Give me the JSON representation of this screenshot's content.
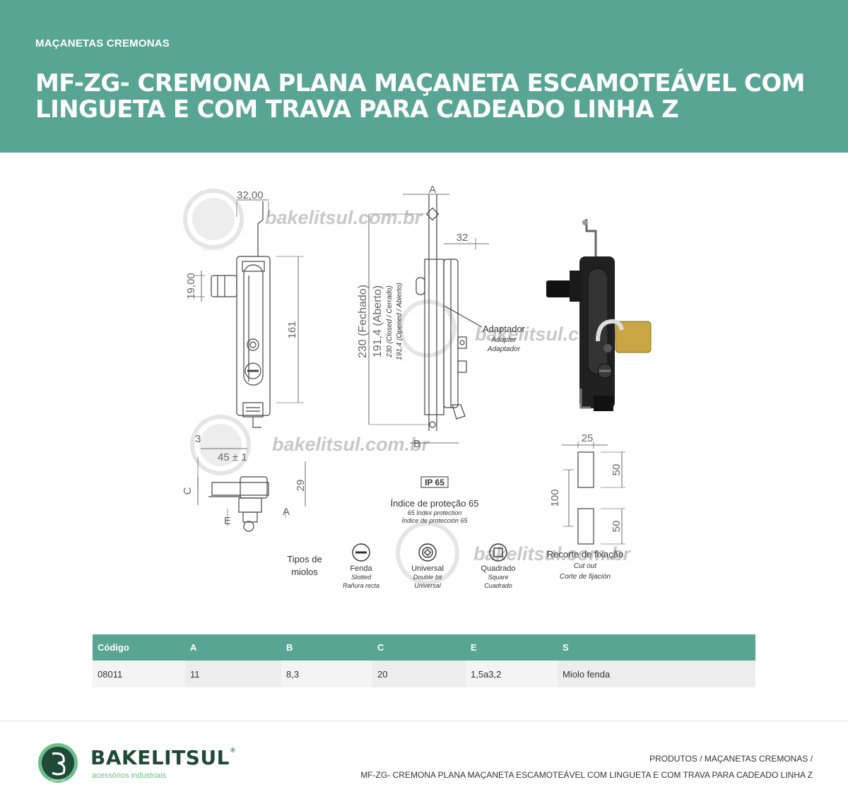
{
  "header": {
    "category": "MAÇANETAS CREMONAS",
    "title": "MF-ZG- CREMONA PLANA MAÇANETA ESCAMOTEÁVEL COM LINGUETA E COM TRAVA PARA CADEADO LINHA Z"
  },
  "drawing": {
    "watermark": "bakelitsul.com.br",
    "watermark_seal": "desde 1999",
    "dims": {
      "width_front": "32,00",
      "handle_height": "19,00",
      "body_length": "161",
      "side_width": "32",
      "total_closed": "230 (Fechado)",
      "total_open": "191,4 (Aberto)",
      "closed_en": "230 (Closed / Cerrado)",
      "open_en": "191,4 (Opened / Abierto)",
      "label_a": "A",
      "label_b": "B",
      "label_c": "C",
      "label_e": "E",
      "dim_3": "3",
      "dim_45": "45 ± 1",
      "dim_29": "29",
      "cut_width": "25",
      "cut_height_1": "50",
      "cut_height_2": "50",
      "cut_pitch": "100"
    },
    "adapter": {
      "pt": "Adaptador",
      "en": "Adapter",
      "es": "Adaptador"
    },
    "ip": {
      "badge": "IP 65",
      "pt": "Índice de proteção 65",
      "en": "65 Index protection",
      "es": "Índice de protección 65"
    },
    "cylinders": {
      "label_line1": "Tipos de",
      "label_line2": "miolos",
      "items": [
        {
          "pt": "Fenda",
          "en": "Slotted",
          "es": "Rañura recta"
        },
        {
          "pt": "Universal",
          "en": "Double bit",
          "es": "Universal"
        },
        {
          "pt": "Quadrado",
          "en": "Square",
          "es": "Cuadrado"
        }
      ]
    },
    "cutout": {
      "pt": "Recorte de fixação",
      "en": "Cut out",
      "es": "Corte de fijación"
    }
  },
  "table": {
    "headers": [
      "Código",
      "A",
      "B",
      "C",
      "E",
      "S"
    ],
    "rows": [
      [
        "08011",
        "11",
        "8,3",
        "20",
        "1,5a3,2",
        "Miolo fenda"
      ]
    ]
  },
  "footer": {
    "brand": "BAKELITSUL",
    "brand_mark": "®",
    "tagline": "acessórios industriais",
    "seal": "desde 1999",
    "breadcrumb": "PRODUTOS / MAÇANETAS CREMONAS /",
    "breadcrumb_current": "MF-ZG- CREMONA PLANA MAÇANETA ESCAMOTEÁVEL COM LINGUETA E COM TRAVA PARA CADEADO LINHA Z"
  },
  "colors": {
    "brand_green": "#58a593",
    "dark_green": "#1f4a3a",
    "light_green": "#6cbf8a"
  }
}
